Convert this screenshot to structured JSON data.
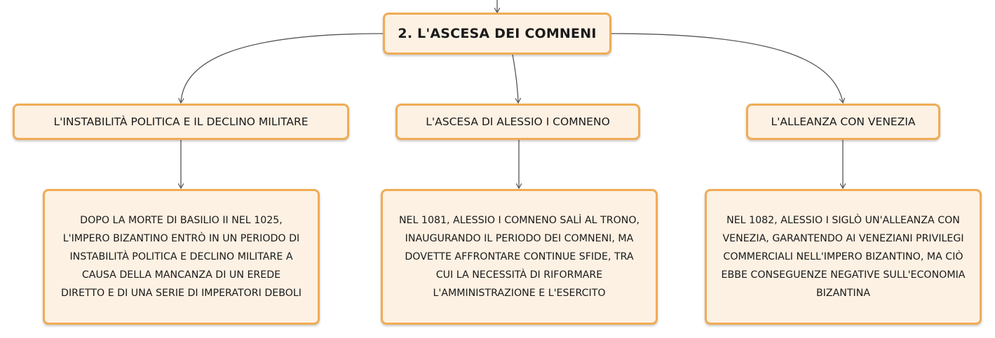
{
  "root": {
    "title": "2. L'ASCESA DEI COMNENI"
  },
  "topics": [
    {
      "label": "L'INSTABILITÀ POLITICA E IL DECLINO MILITARE",
      "detail": "DOPO LA MORTE DI BASILIO II NEL 1025, L'IMPERO BIZANTINO ENTRÒ IN UN PERIODO DI INSTABILITÀ POLITICA E DECLINO MILITARE A CAUSA DELLA MANCANZA DI UN EREDE DIRETTO E DI UNA SERIE DI IMPERATORI DEBOLI"
    },
    {
      "label": "L'ASCESA DI ALESSIO I COMNENO",
      "detail": "NEL 1081, ALESSIO I COMNENO SALÌ AL TRONO, INAUGURANDO IL PERIODO DEI COMNENI, MA DOVETTE AFFRONTARE CONTINUE SFIDE, TRA CUI LA NECESSITÀ DI RIFORMARE L'AMMINISTRAZIONE E L'ESERCITO"
    },
    {
      "label": "L'ALLEANZA CON VENEZIA",
      "detail": "NEL 1082, ALESSIO I SIGLÒ UN'ALLEANZA CON VENEZIA, GARANTENDO AI VENEZIANI PRIVILEGI COMMERCIALI NELL'IMPERO BIZANTINO, MA CIÒ EBBE CONSEGUENZE NEGATIVE SULL'ECONOMIA BIZANTINA"
    }
  ],
  "colors": {
    "node_fill": "#fdf1e3",
    "node_border": "#f0ac55",
    "connector": "#555555"
  }
}
